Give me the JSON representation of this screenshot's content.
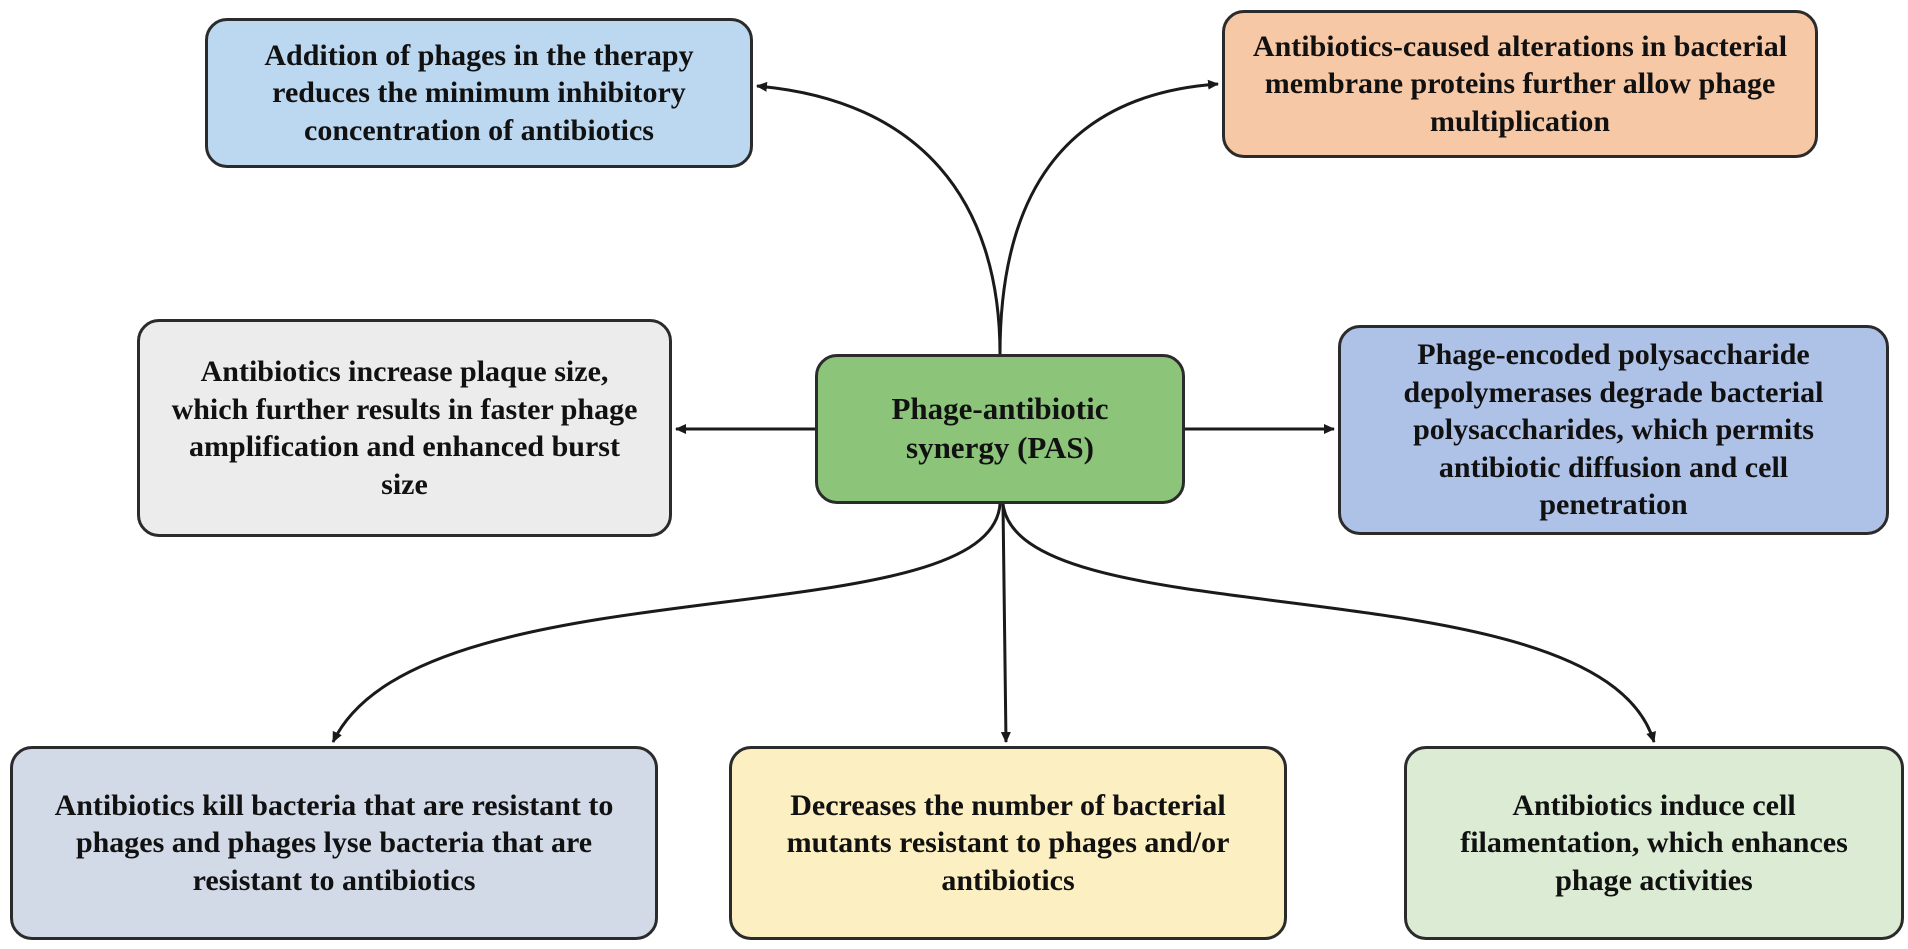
{
  "diagram": {
    "center": {
      "label": "Phage-antibiotic synergy (PAS)"
    },
    "nodes": {
      "top_left": "Addition of phages in the therapy reduces the minimum inhibitory concentration of antibiotics",
      "top_right": "Antibiotics-caused alterations in bacterial membrane proteins further allow phage multiplication",
      "mid_left": "Antibiotics increase plaque size, which further results in faster phage amplification and enhanced burst size",
      "mid_right": "Phage-encoded polysaccharide depolymerases degrade bacterial polysaccharides, which permits antibiotic diffusion and cell penetration",
      "bottom_left": "Antibiotics kill bacteria that are resistant to phages and phages lyse bacteria that are resistant to antibiotics",
      "bottom_center": "Decreases the number of bacterial mutants resistant to phages and/or antibiotics",
      "bottom_right": "Antibiotics induce cell filamentation, which enhances phage activities"
    },
    "colors": {
      "center": "#8cc47a",
      "top_left": "#bcd7f0",
      "top_right": "#f7c8a5",
      "mid_left": "#ececec",
      "mid_right": "#aec1e6",
      "bottom_left": "#d2dae8",
      "bottom_center": "#fcefc2",
      "bottom_right": "#dcebd3",
      "border": "#2b2b2b",
      "arrow": "#1a1a1a"
    }
  }
}
